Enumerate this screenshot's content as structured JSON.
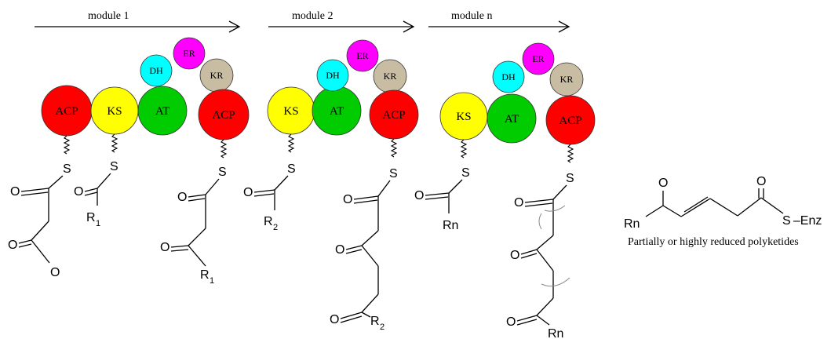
{
  "modules": [
    {
      "label": "module 1"
    },
    {
      "label": "module 2"
    },
    {
      "label": "module n"
    }
  ],
  "domains": {
    "acp": {
      "label": "ACP",
      "color": "#ff0000"
    },
    "ks": {
      "label": "KS",
      "color": "#ffff00"
    },
    "at": {
      "label": "AT",
      "color": "#00cc00"
    },
    "dh": {
      "label": "DH",
      "color": "#00ffff"
    },
    "er": {
      "label": "ER",
      "color": "#ff00ff"
    },
    "kr": {
      "label": "KR",
      "color": "#c8bca3"
    }
  },
  "atoms": {
    "S": "S",
    "O": "O",
    "R": "R",
    "Rn": "Rn",
    "sub1": "1",
    "sub2": "2"
  },
  "product": {
    "enzyme": "S –Enz",
    "caption": "Partially or highly reduced polyketides"
  }
}
